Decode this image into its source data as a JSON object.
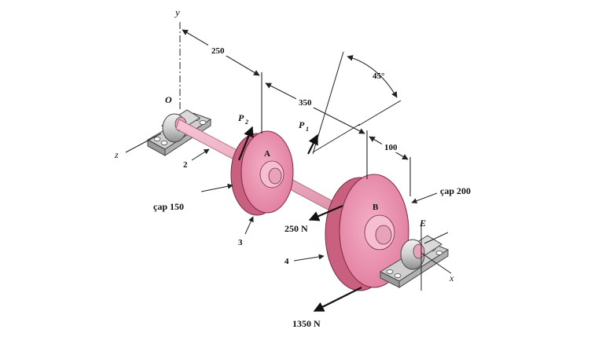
{
  "labels": {
    "axis_y": "y",
    "axis_z": "z",
    "axis_x": "x",
    "point_o": "O",
    "point_a": "A",
    "point_b": "B",
    "point_e": "E",
    "force_p2": "P",
    "force_p2_sub": "2",
    "force_p1": "P",
    "force_p1_sub": "1",
    "dim_250": "250",
    "dim_350": "350",
    "dim_100": "100",
    "angle_45": "45°",
    "diameter_150": "çap 150",
    "diameter_200": "çap 200",
    "force_250": "250 N",
    "force_1350": "1350 N",
    "part_2": "2",
    "part_3": "3",
    "part_4": "4"
  },
  "colors": {
    "pulley": "#e98aa9",
    "pulley_dark": "#c9607f",
    "pulley_light": "#f6bfd1",
    "shaft": "#e7a3b8",
    "bearing_base": "#bdbdbd",
    "bearing_dark": "#8a8a8a",
    "line": "#222222"
  }
}
